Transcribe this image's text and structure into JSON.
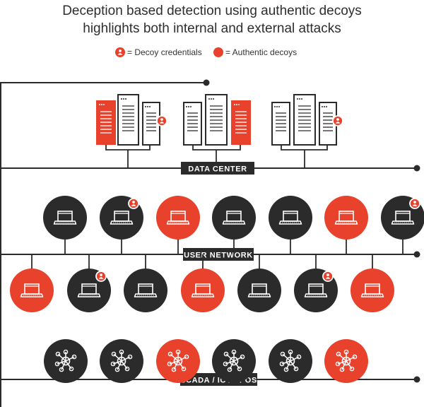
{
  "title": {
    "line1": "Deception based detection using authentic decoys",
    "line2": "highlights both internal and external attacks"
  },
  "legend": {
    "credentials_label": "= Decoy credentials",
    "decoys_label": "= Authentic decoys"
  },
  "sections": {
    "data_center": "DATA CENTER",
    "user_network": "USER NETWORK",
    "scada": "SCADA / IOT / POS"
  },
  "colors": {
    "decoy": "#e8412c",
    "normal": "#2b2b2b",
    "line": "#2b2b2b"
  },
  "icons": {
    "server": "server-icon",
    "laptop": "laptop-icon",
    "hub": "network-hub-icon",
    "credential": "user-badge-icon"
  }
}
